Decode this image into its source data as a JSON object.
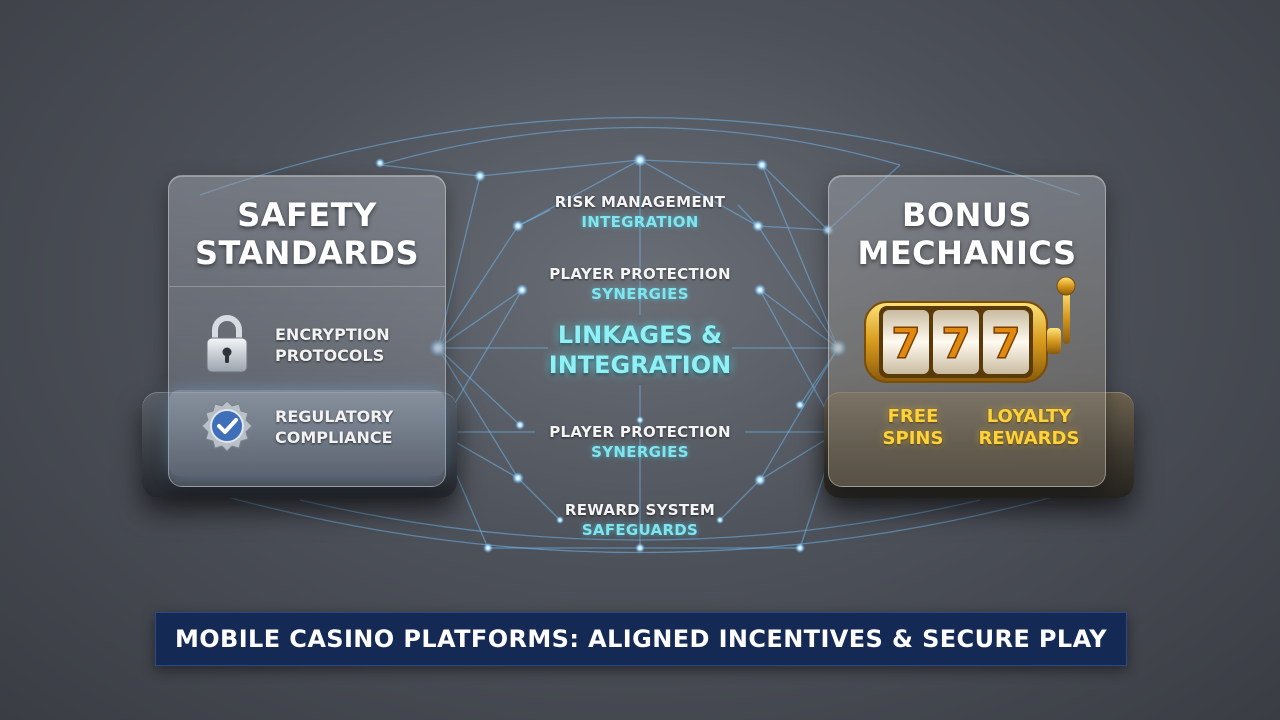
{
  "left_panel": {
    "title_line1": "SAFETY",
    "title_line2": "STANDARDS",
    "items": [
      {
        "icon": "padlock-icon",
        "line1": "ENCRYPTION",
        "line2": "PROTOCOLS"
      },
      {
        "icon": "verified-badge-icon",
        "line1": "REGULATORY",
        "line2": "COMPLIANCE"
      }
    ]
  },
  "right_panel": {
    "title_line1": "BONUS",
    "title_line2": "MECHANICS",
    "slot_icon": "slot-machine-icon",
    "slot_reels": [
      "7",
      "7",
      "7"
    ],
    "items": [
      {
        "line1": "FREE",
        "line2": "SPINS"
      },
      {
        "line1": "LOYALTY",
        "line2": "REWARDS"
      }
    ]
  },
  "center": {
    "main_line1": "LINKAGES &",
    "main_line2": "INTEGRATION",
    "links": [
      {
        "top": "RISK MANAGEMENT",
        "bottom": "INTEGRATION"
      },
      {
        "top": "PLAYER PROTECTION",
        "bottom": "SYNERGIES"
      },
      {
        "top": "PLAYER PROTECTION",
        "bottom": "SYNERGIES"
      },
      {
        "top": "REWARD SYSTEM",
        "bottom": "SAFEGUARDS"
      }
    ]
  },
  "banner": {
    "text": "MOBILE CASINO PLATFORMS: ALIGNED INCENTIVES & SECURE PLAY"
  },
  "colors": {
    "accent_cyan": "#8ff0f5",
    "gold": "#ffd23a",
    "banner_bg": "#142a55",
    "node_glow": "#7fd0ff"
  }
}
